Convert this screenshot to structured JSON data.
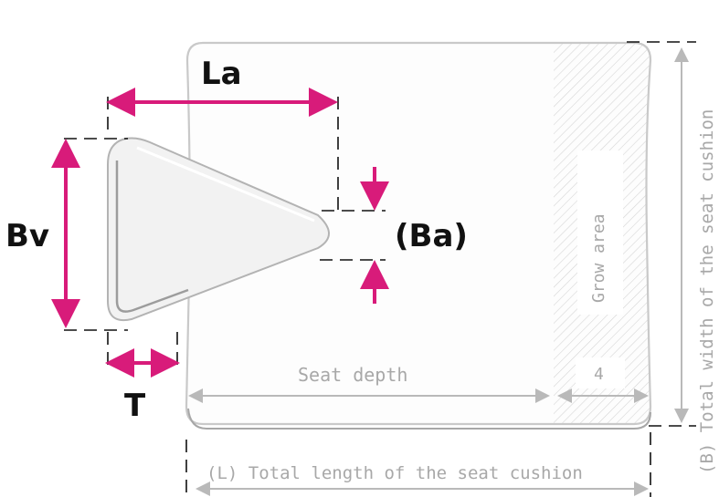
{
  "labels": {
    "la": "La",
    "bv": "Bv",
    "ba": "(Ba)",
    "t": "T",
    "seat_depth": "Seat depth",
    "grow_area": "Grow area",
    "grow_value": "4",
    "total_length": "(L) Total length of the seat cushion",
    "total_width": "(B) Total width of the seat cushion"
  },
  "colors": {
    "accent": "#d81b7a",
    "outline": "#111111",
    "muted": "#a8a8a8"
  }
}
